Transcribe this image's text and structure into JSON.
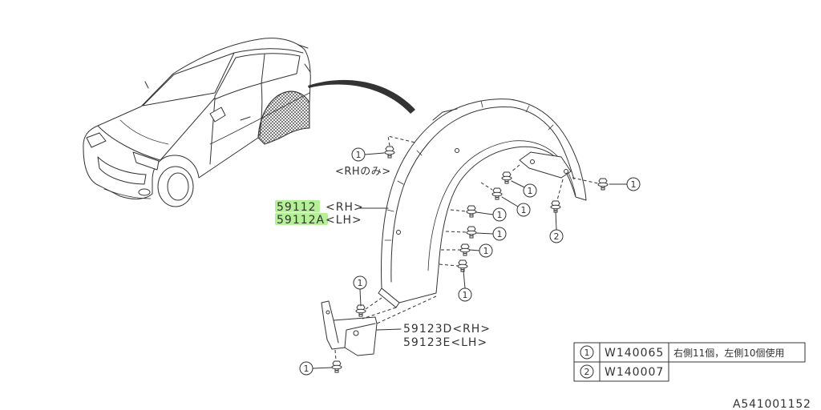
{
  "diagram_id": "A541001152",
  "refs": {
    "r1": "1",
    "r2": "2"
  },
  "labels": {
    "rh_only": "<RHのみ>",
    "liner_rh_part": "59112",
    "liner_rh_side": "<RH>",
    "liner_lh_part": "59112A",
    "liner_lh_side": "<LH>",
    "bracket_rh": "59123D<RH>",
    "bracket_lh": "59123E<LH>"
  },
  "legend": [
    {
      "ref": "1",
      "part": "W140065",
      "note": "右側11個，左側10個使用"
    },
    {
      "ref": "2",
      "part": "W140007"
    }
  ],
  "colors": {
    "line": "#333333",
    "highlight": "#b5ef98"
  }
}
